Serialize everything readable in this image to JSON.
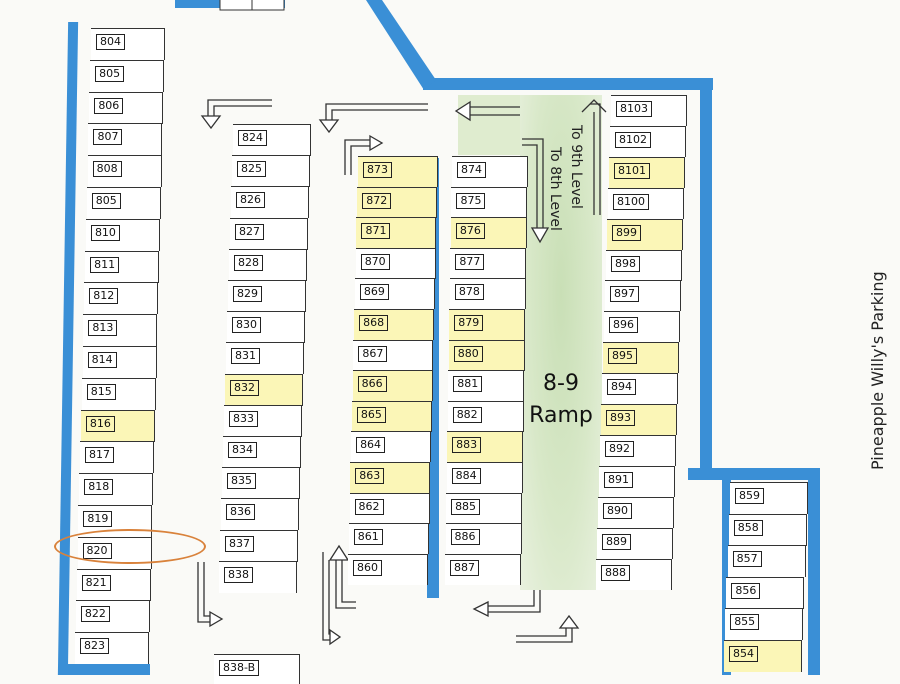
{
  "title": "Pineapple Willy's Parking",
  "ramp": {
    "label": "8-9\nRamp"
  },
  "directions": {
    "to_ninth": "To 9th Level",
    "to_eighth": "To 8th Level"
  },
  "highlighted_spot": "820",
  "colors": {
    "wall": "#3a8fd6",
    "reserved_fill": "#fbf6b7",
    "ramp_fill": "#d3e5c2",
    "highlight_oval": "#d9823b"
  },
  "columns": [
    {
      "id": "left-wall",
      "spots": [
        "804",
        "805",
        "806",
        "807",
        "808",
        "805",
        "810",
        "811",
        "812",
        "813",
        "814",
        "815",
        "816",
        "817",
        "818",
        "819",
        "820",
        "821",
        "822",
        "823"
      ],
      "reserved": [
        "816"
      ]
    },
    {
      "id": "inner-a",
      "spots": [
        "824",
        "825",
        "826",
        "827",
        "828",
        "829",
        "830",
        "831",
        "832",
        "833",
        "834",
        "835",
        "836",
        "837",
        "838"
      ],
      "reserved": [
        "832"
      ]
    },
    {
      "id": "inner-b",
      "spots": [
        "873",
        "872",
        "871",
        "870",
        "869",
        "868",
        "867",
        "866",
        "865",
        "864",
        "863",
        "862",
        "861",
        "860"
      ],
      "reserved": [
        "873",
        "872",
        "871",
        "868",
        "866",
        "865",
        "863"
      ]
    },
    {
      "id": "inner-c",
      "spots": [
        "874",
        "875",
        "876",
        "877",
        "878",
        "879",
        "880",
        "881",
        "882",
        "883",
        "884",
        "885",
        "886",
        "887"
      ],
      "reserved": [
        "876",
        "879",
        "880",
        "883"
      ]
    },
    {
      "id": "right-a",
      "spots": [
        "8103",
        "8102",
        "8101",
        "8100",
        "899",
        "898",
        "897",
        "896",
        "895",
        "894",
        "893",
        "892",
        "891",
        "890",
        "889",
        "888"
      ],
      "reserved": [
        "8101",
        "899",
        "895",
        "893"
      ]
    },
    {
      "id": "right-b",
      "spots": [
        "859",
        "858",
        "857",
        "856",
        "855",
        "854"
      ],
      "reserved": [
        "854"
      ]
    }
  ],
  "extra_spot": "838-B"
}
